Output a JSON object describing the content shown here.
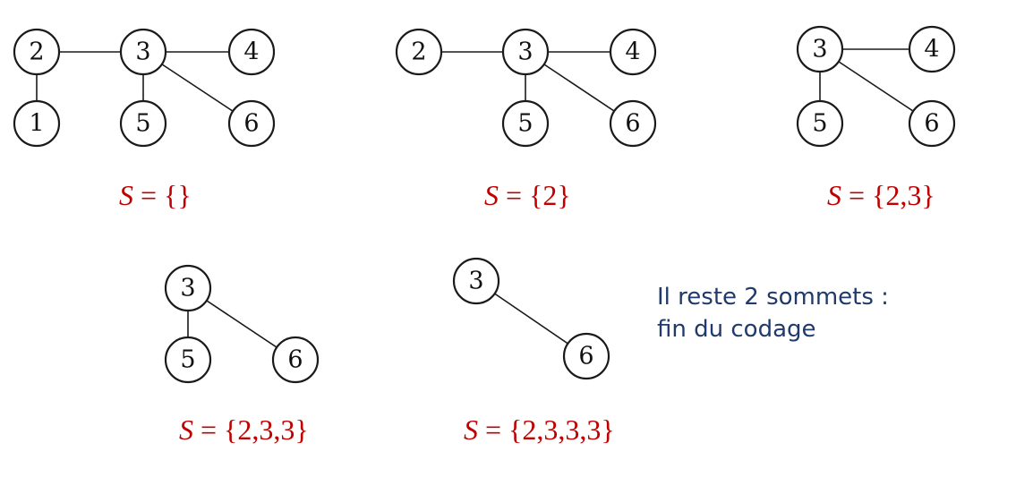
{
  "panels": [
    {
      "id": "step-0",
      "sequence_var": "S",
      "sequence_value": "{}",
      "nodes": [
        "2",
        "3",
        "4",
        "1",
        "5",
        "6"
      ],
      "edges": [
        [
          "2",
          "3"
        ],
        [
          "3",
          "4"
        ],
        [
          "2",
          "1"
        ],
        [
          "3",
          "5"
        ],
        [
          "3",
          "6"
        ]
      ]
    },
    {
      "id": "step-1",
      "sequence_var": "S",
      "sequence_value": "{2}",
      "nodes": [
        "2",
        "3",
        "4",
        "5",
        "6"
      ],
      "edges": [
        [
          "2",
          "3"
        ],
        [
          "3",
          "4"
        ],
        [
          "3",
          "5"
        ],
        [
          "3",
          "6"
        ]
      ]
    },
    {
      "id": "step-2",
      "sequence_var": "S",
      "sequence_value": "{2,3}",
      "nodes": [
        "3",
        "4",
        "5",
        "6"
      ],
      "edges": [
        [
          "3",
          "4"
        ],
        [
          "3",
          "5"
        ],
        [
          "3",
          "6"
        ]
      ]
    },
    {
      "id": "step-3",
      "sequence_var": "S",
      "sequence_value": "{2,3,3}",
      "nodes": [
        "3",
        "5",
        "6"
      ],
      "edges": [
        [
          "3",
          "5"
        ],
        [
          "3",
          "6"
        ]
      ]
    },
    {
      "id": "step-4",
      "sequence_var": "S",
      "sequence_value": "{2,3,3,3}",
      "nodes": [
        "3",
        "6"
      ],
      "edges": [
        [
          "3",
          "6"
        ]
      ]
    }
  ],
  "note": {
    "line1": "Il reste 2 sommets :",
    "line2": "fin du codage"
  }
}
